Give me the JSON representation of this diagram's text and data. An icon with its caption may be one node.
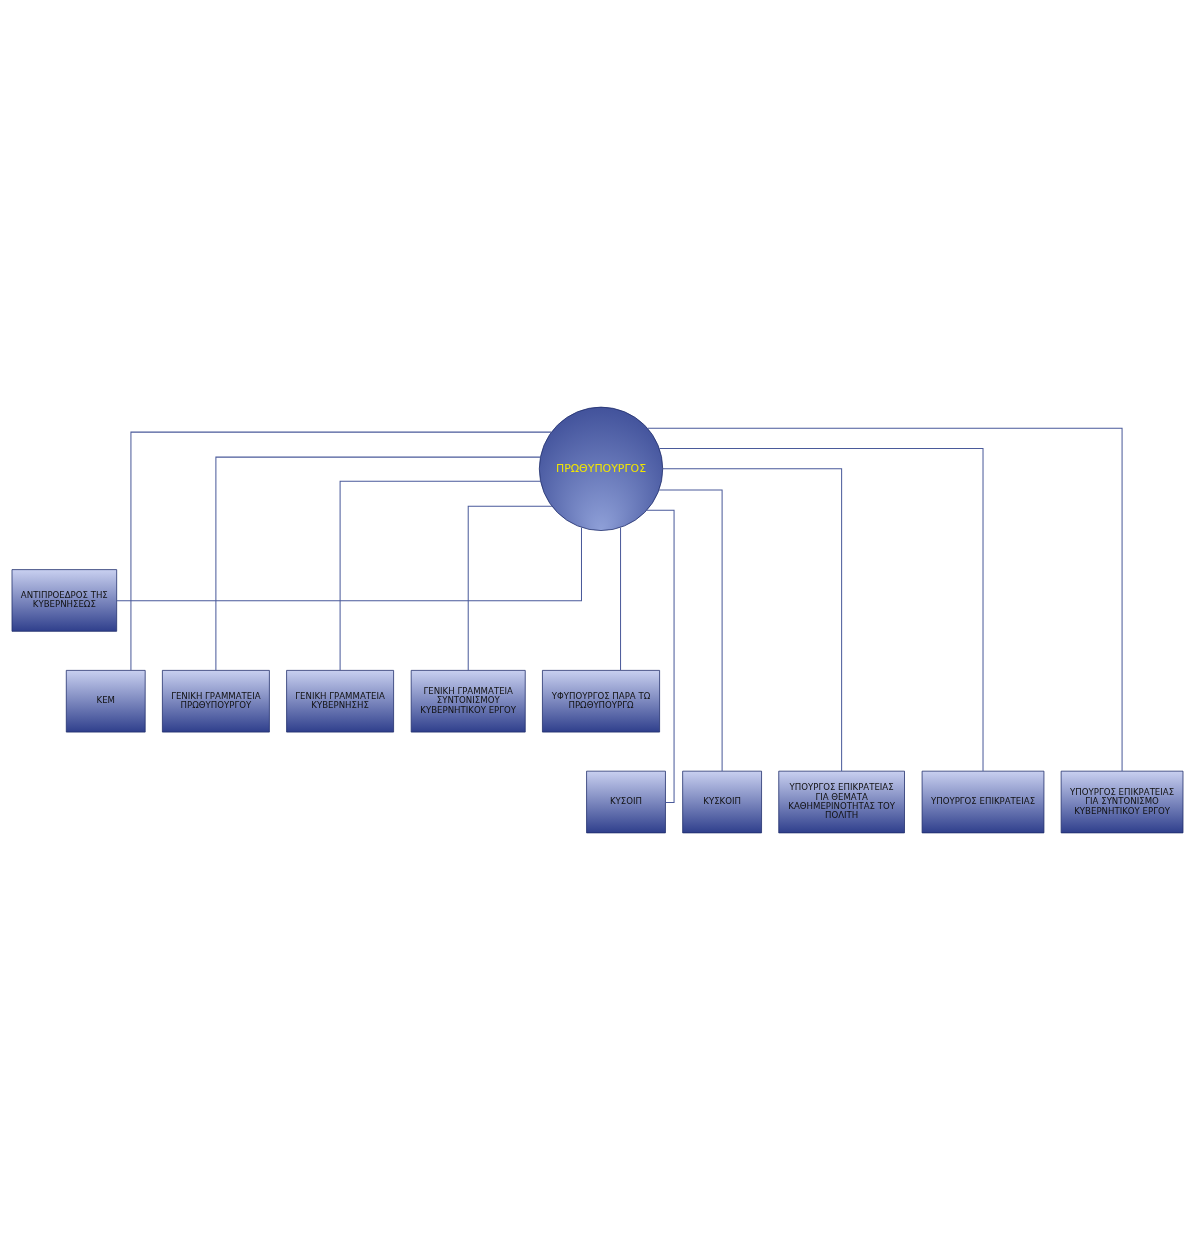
{
  "diagram": {
    "nodes": [
      {
        "text": [
          "ΠΡΩΘΥΠΟΥΡΓΟΣ"
        ]
      },
      {
        "text": [
          "ΑΝΤΙΠΡΟΕΔΡΟΣ ΤΗΣ ΚΥΒΕΡΝΗΣΕΩΣ"
        ]
      },
      {
        "text": [
          "ΚΕΜ"
        ]
      },
      {
        "text": [
          "ΓΕΝΙΚΗ ΓΡΑΜΜΑΤΕΙΑ ΠΡΩΘΥΠΟΥΡΓΟΥ"
        ]
      },
      {
        "text": [
          "ΓΕΝΙΚΗ ΓΡΑΜΜΑΤΕΙΑ ΚΥΒΕΡΝΗΣΗΣ"
        ]
      },
      {
        "text": [
          "ΓΕΝΙΚΗ ΓΡΑΜΜΑΤΕΙΑ ΣΥΝΤΟΝΙΣΜΟΥ ΚΥΒΕΡΝΗΤΙΚΟΥ ΕΡΓΟΥ"
        ]
      },
      {
        "text": [
          "ΥΦΥΠΟΥΡΓΟΣ ΠΑΡΑ ΤΩ ΠΡΩΘΥΠΟΥΡΓΩ"
        ]
      },
      {
        "text": [
          "ΚΥΣΟΙΠ"
        ]
      },
      {
        "text": [
          "ΚΥΣΚΟΙΠ"
        ]
      },
      {
        "text": [
          "ΥΠΟΥΡΓΟΣ ΕΠΙΚΡΑΤΕΙΑΣ ΓΙΑ ΘΕΜΑΤΑ ΚΑΘΗΜΕΡΙΝΟΤΗΤΑΣ ΤΟΥ ΠΟΛΙΤΗ"
        ]
      },
      {
        "text": [
          "ΥΠΟΥΡΓΟΣ ΕΠΙΚΡΑΤΕΙΑΣ"
        ]
      },
      {
        "text": [
          "ΥΠΟΥΡΓΟΣ ΕΠΙΚΡΑΤΕΙΑΣ ΓΙΑ ΣΥΝΤΟΝΙΣΜΟ ΚΥΒΕΡΝΗΤΙΚΟΥ ΕΡΓΟΥ"
        ]
      }
    ],
    "edges": [
      {
        "from": 0,
        "to": 1,
        "arrow": "none"
      },
      {
        "from": 0,
        "to": 2,
        "arrow": "none"
      },
      {
        "from": 0,
        "to": 7,
        "arrow": "none"
      },
      {
        "from": 0,
        "to": 8,
        "arrow": "none"
      },
      {
        "from": 0,
        "to": 3,
        "arrow": "none"
      },
      {
        "from": 0,
        "to": 9,
        "arrow": "none"
      },
      {
        "from": 0,
        "to": 4,
        "arrow": "none"
      },
      {
        "from": 0,
        "to": 10,
        "arrow": "none"
      },
      {
        "from": 0,
        "to": 5,
        "arrow": "none"
      },
      {
        "from": 0,
        "to": 11,
        "arrow": "none"
      },
      {
        "from": 0,
        "to": 6,
        "arrow": "none"
      }
    ]
  }
}
